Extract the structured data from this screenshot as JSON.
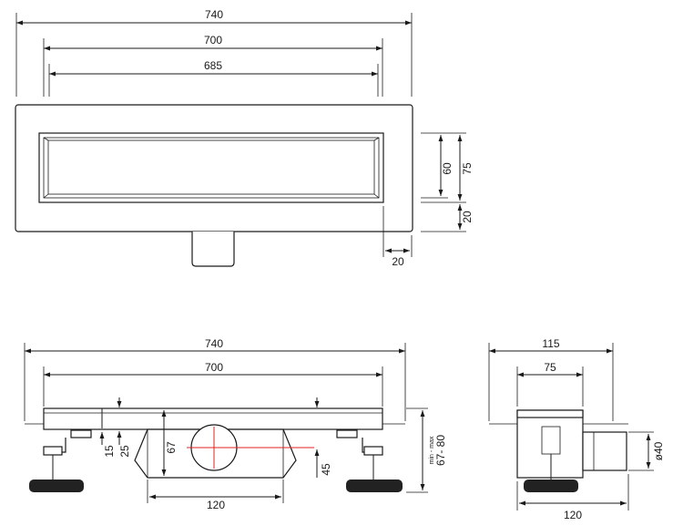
{
  "colors": {
    "line": "#1a1a1a",
    "centerline": "#e02020",
    "background": "#ffffff"
  },
  "top_view": {
    "dim_overall": "740",
    "dim_grate": "700",
    "dim_inner": "685",
    "dim_height_inner": "60",
    "dim_height_outer": "75",
    "dim_flange": "20",
    "dim_offset": "20"
  },
  "front_view": {
    "dim_overall": "740",
    "dim_grate": "700",
    "dim_outlet_width": "120",
    "dim_height_body": "67",
    "dim_flange_15": "15",
    "dim_flange_25": "25",
    "dim_outlet_45": "45",
    "range_label": "min - max",
    "range_value": "67- 80"
  },
  "side_view": {
    "dim_overall": "115",
    "dim_channel": "75",
    "dim_base": "120",
    "dim_outlet_diameter": "ø40"
  }
}
